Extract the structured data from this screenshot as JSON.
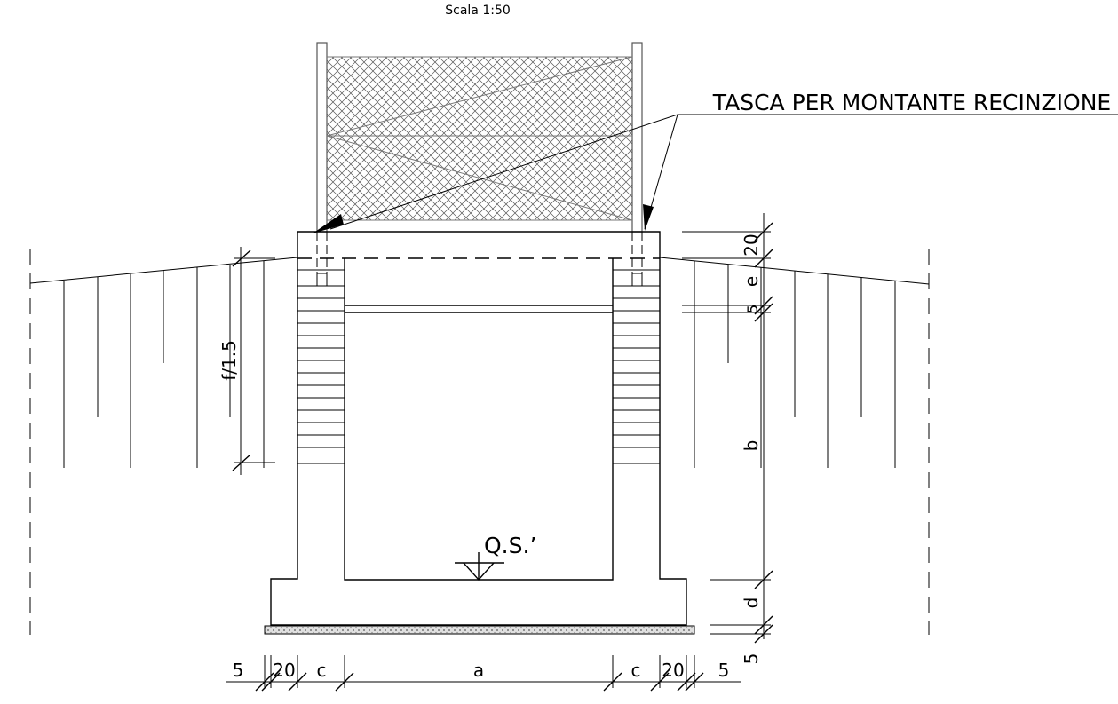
{
  "scale_label": "Scala 1:50",
  "callout_label": "TASCA PER MONTANTE RECINZIONE",
  "water_level_label": "Q.S.’",
  "slope_label": "f/1.5",
  "bottom_dims": [
    "5",
    "20",
    "c",
    "a",
    "c",
    "20",
    "5"
  ],
  "right_dims": [
    "20",
    "e",
    "5",
    "b",
    "d",
    "5"
  ]
}
